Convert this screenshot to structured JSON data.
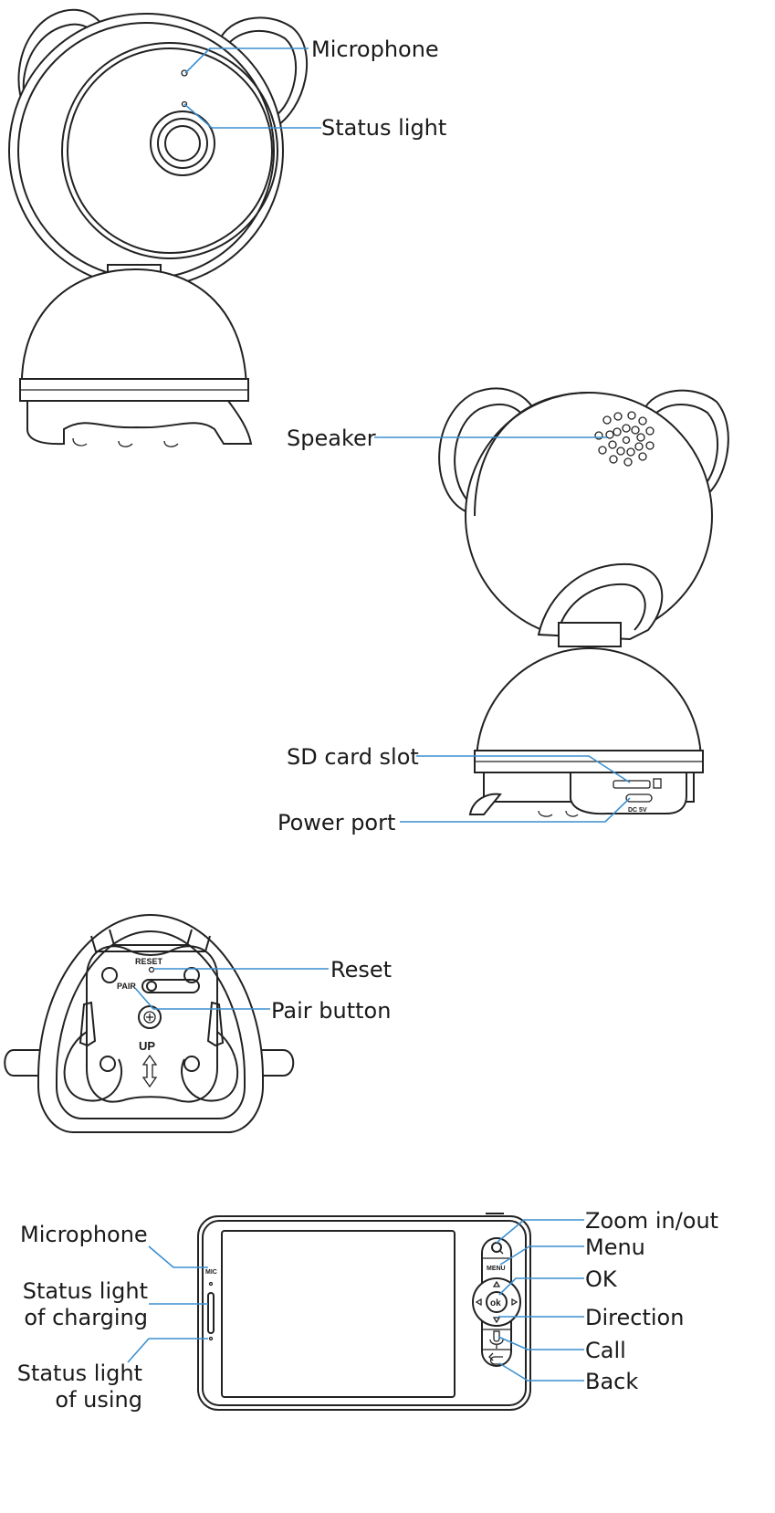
{
  "camera_front": {
    "labels": {
      "microphone": "Microphone",
      "status_light": "Status light"
    }
  },
  "camera_back": {
    "labels": {
      "speaker": "Speaker",
      "sd_card_slot": "SD card slot",
      "power_port": "Power port"
    },
    "port_text": "DC 5V"
  },
  "camera_bottom": {
    "labels": {
      "reset": "Reset",
      "pair_button": "Pair button"
    },
    "engraved": {
      "reset": "RESET",
      "pair": "PAIR",
      "up": "UP"
    }
  },
  "monitor": {
    "labels": {
      "microphone": "Microphone",
      "status_charging_line1": "Status light",
      "status_charging_line2": "of charging",
      "status_using_line1": "Status light",
      "status_using_line2": "of using",
      "zoom": "Zoom in/out",
      "menu": "Menu",
      "ok": "OK",
      "direction": "Direction",
      "call": "Call",
      "back": "Back"
    },
    "engraved": {
      "mic": "MIC",
      "menu": "MENU",
      "ok": "ok"
    }
  },
  "colors": {
    "callout_line": "#3b8fd0",
    "outline": "#222222"
  }
}
